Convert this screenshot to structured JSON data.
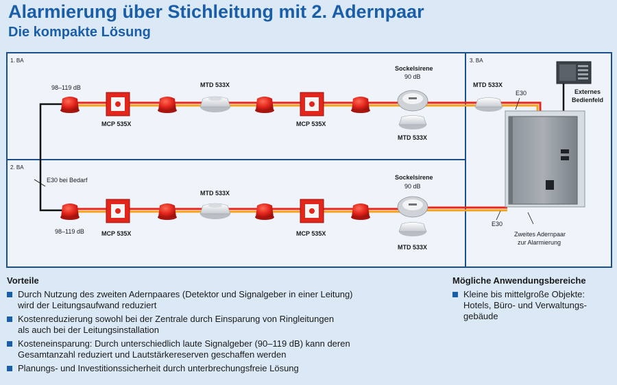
{
  "header": {
    "title": "Alarmierung über Stichleitung mit 2. Adernpaar",
    "subtitle": "Die kompakte Lösung"
  },
  "diagram": {
    "sections": [
      "1. BA",
      "2. BA",
      "3. BA"
    ],
    "row1": {
      "sounder_label": "98–119 dB",
      "mcp_label": "MCP 535X",
      "detector_label": "MTD 533X",
      "base_sounder_label": "Sockelsirene",
      "base_sounder_db": "90 dB",
      "bottom_detector_label": "MTD 533X"
    },
    "row2": {
      "sounder_label": "98–119 dB",
      "mcp_label": "MCP 535X",
      "detector_label": "MTD 533X",
      "base_sounder_label": "Sockelsirene",
      "base_sounder_db": "90 dB",
      "bottom_detector_label": "MTD 533X"
    },
    "cable_note": "E30 bei Bedarf",
    "section3": {
      "detector_label": "MTD 533X",
      "e30_top": "E30",
      "panel_label_line1": "Externes",
      "panel_label_line2": "Bedienfeld",
      "e30_bottom": "E30",
      "pair_label_line1": "Zweites Adernpaar",
      "pair_label_line2": "zur Alarmierung"
    },
    "colors": {
      "frame": "#1b4e8c",
      "red_wire": "#e8261c",
      "orange_wire": "#f7a21b",
      "title": "#1b5ea8"
    }
  },
  "vorteile": {
    "heading": "Vorteile",
    "items": [
      {
        "line1": "Durch Nutzung des zweiten Adernpaares (Detektor und Signalgeber in einer Leitung)",
        "line2": "wird der Leitungsaufwand reduziert"
      },
      {
        "line1": "Kostenreduzierung sowohl bei der Zentrale durch Einsparung von Ringleitungen",
        "line2": "als auch bei der Leitungsinstallation"
      },
      {
        "line1": "Kosteneinsparung: Durch unterschiedlich laute Signalgeber (90–119 dB) kann deren",
        "line2": "Gesamtanzahl reduziert und Lautstärkereserven geschaffen werden"
      },
      {
        "line1": "Planungs- und Investitionssicherheit durch unterbrechungsfreie Lösung",
        "line2": ""
      }
    ]
  },
  "anwendung": {
    "heading": "Mögliche Anwendungsbereiche",
    "items": [
      {
        "line1": "Kleine bis mittelgroße Objekte:",
        "line2": "Hotels, Büro- und Verwaltungs-",
        "line3": "gebäude"
      }
    ]
  }
}
